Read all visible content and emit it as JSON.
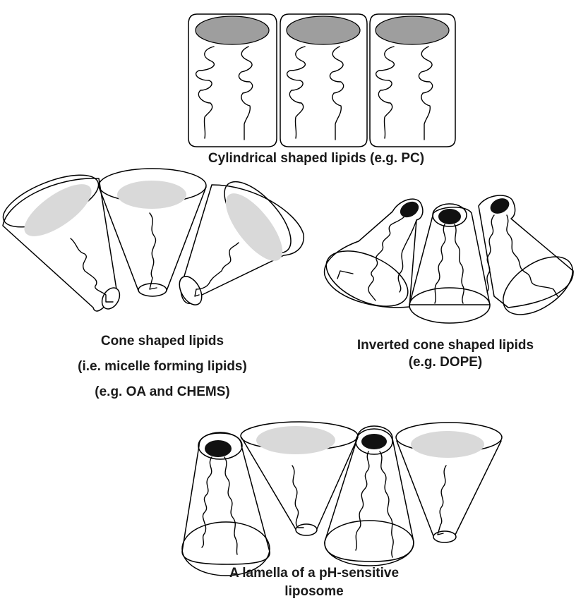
{
  "captions": {
    "cylindrical": "Cylindrical shaped lipids (e.g. PC)",
    "cone": [
      "Cone shaped lipids",
      "(i.e. micelle forming lipids)",
      "(e.g. OA and CHEMS)"
    ],
    "inverted": [
      "Inverted cone shaped lipids",
      "(e.g. DOPE)"
    ],
    "lamella": [
      "A lamella of a pH-sensitive",
      "liposome"
    ]
  },
  "colors": {
    "outline": "#000000",
    "head_group_cylinder": "#9e9e9e",
    "head_group_cone": "#d9d9d9",
    "head_group_inverted": "#111111"
  }
}
